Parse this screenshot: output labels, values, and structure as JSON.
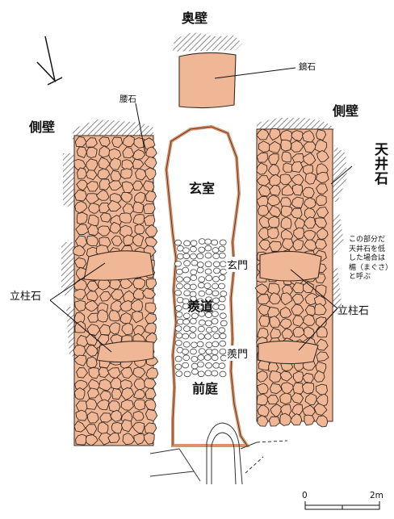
{
  "labels": {
    "back_wall": "奥壁",
    "mirror_stone": "鏡石",
    "waist_stone": "腰石",
    "side_wall_left": "側壁",
    "side_wall_right": "側壁",
    "ceiling_stone": "天井石",
    "burial_chamber": "玄室",
    "passage": "羨道",
    "front_gate": "玄門",
    "passage_gate": "羨門",
    "front_court": "前庭",
    "pillar_left": "立柱石",
    "pillar_right": "立柱石",
    "lintel_note": [
      "この部分だ",
      "天井石を低",
      "した場合は",
      "楣（まぐさ）",
      "と呼ぶ"
    ],
    "scale_zero": "0",
    "scale_max": "2m"
  },
  "colors": {
    "stone_fill": "#f0b796",
    "stone_outline": "#3a2a22",
    "hatch": "#777777",
    "passage_fill": "#ffffff"
  }
}
